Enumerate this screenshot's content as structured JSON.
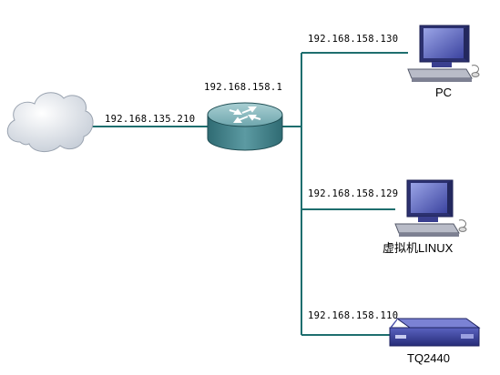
{
  "diagram": {
    "labels": {
      "wan_ip": "192.168.135.210",
      "router_ip": "192.168.158.1",
      "pc_ip": "192.168.158.130",
      "vm_ip": "192.168.158.129",
      "board_ip": "192.168.158.110",
      "pc_name": "PC",
      "vm_name": "虚拟机LINUX",
      "board_name": "TQ2440"
    },
    "icons": {
      "cloud": "cloud-icon",
      "router": "router-icon",
      "pc": "workstation-icon",
      "vm": "workstation-icon",
      "board": "embedded-board-icon"
    },
    "colors": {
      "link": "#1e6e6e",
      "router_body": "#4a8a92",
      "device_blue": "#3a3f8f",
      "cloud_fill": "#e8ecf2"
    }
  }
}
